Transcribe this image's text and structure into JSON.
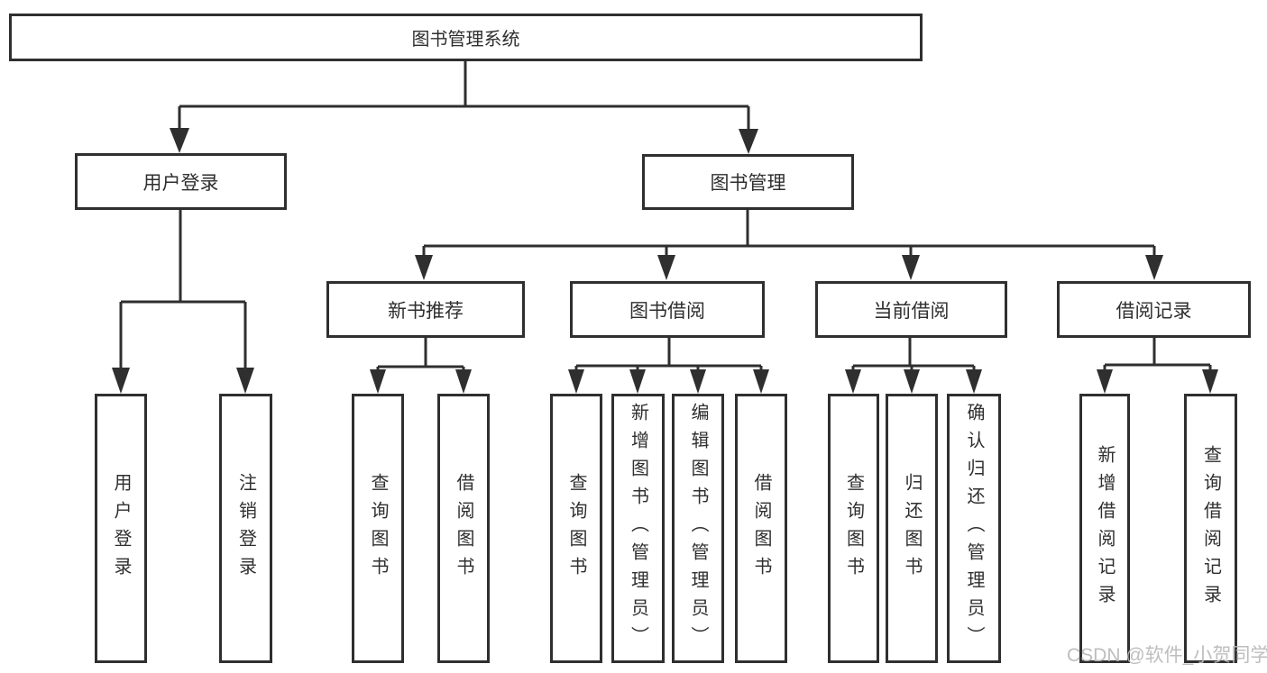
{
  "watermark": "CSDN @软件_小贺同学",
  "colors": {
    "line": "#2f2f2f",
    "text": "#2f2f2f",
    "box_background": "#ffffff",
    "watermark": "#b9b9b9"
  },
  "tree": {
    "label": "图书管理系统",
    "children": [
      {
        "label": "用户登录",
        "children": [
          {
            "label": "用户登录"
          },
          {
            "label": "注销登录"
          }
        ]
      },
      {
        "label": "图书管理",
        "children": [
          {
            "label": "新书推荐",
            "children": [
              {
                "label": "查询图书"
              },
              {
                "label": "借阅图书"
              }
            ]
          },
          {
            "label": "图书借阅",
            "children": [
              {
                "label": "查询图书"
              },
              {
                "label": "新增图书（管理员）"
              },
              {
                "label": "编辑图书（管理员）"
              },
              {
                "label": "借阅图书"
              }
            ]
          },
          {
            "label": "当前借阅",
            "children": [
              {
                "label": "查询图书"
              },
              {
                "label": "归还图书"
              },
              {
                "label": "确认归还（管理员）"
              }
            ]
          },
          {
            "label": "借阅记录",
            "children": [
              {
                "label": "新增借阅记录"
              },
              {
                "label": "查询借阅记录"
              }
            ]
          }
        ]
      }
    ]
  }
}
